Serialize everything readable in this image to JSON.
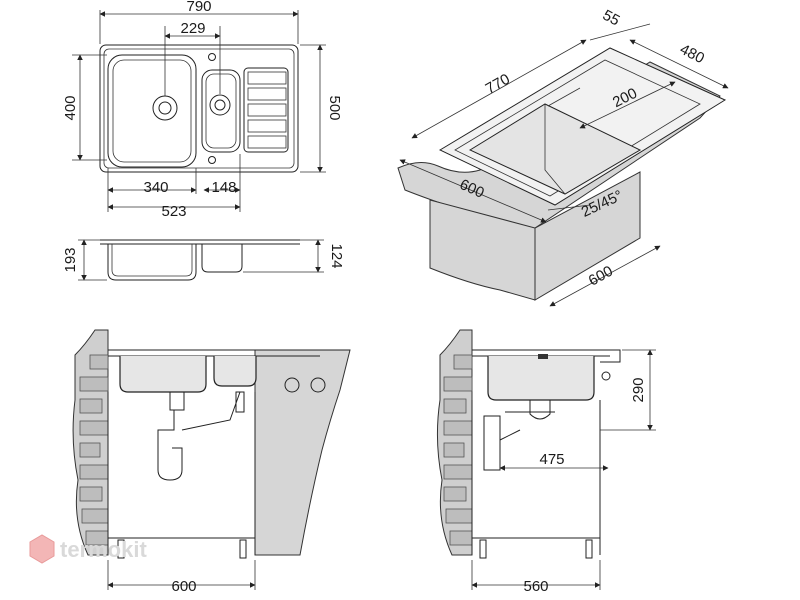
{
  "top_view": {
    "overall_width": "790",
    "bowl_distance": "229",
    "overall_depth": "500",
    "bowl_depth": "400",
    "main_bowl_width": "340",
    "small_bowl_width": "148",
    "bowls_total_width": "523"
  },
  "side_view": {
    "main_bowl_height": "193",
    "small_bowl_height": "124"
  },
  "iso_view": {
    "length": "770",
    "rim": "55",
    "depth": "480",
    "drainer": "200",
    "cabinet_front": "600",
    "corner_radius": "25/45°",
    "cabinet_side": "600"
  },
  "front_install": {
    "cabinet_width": "600"
  },
  "side_install": {
    "bowl_depth": "290",
    "siphon_offset": "475",
    "cabinet_depth": "560"
  },
  "watermark": {
    "brand": "termokit"
  },
  "colors": {
    "line": "#222222",
    "fill": "#d6d6d6",
    "brick": "#bdbdbd",
    "watermark": "#d9d9d9",
    "logo_red": "#e05a5a"
  }
}
